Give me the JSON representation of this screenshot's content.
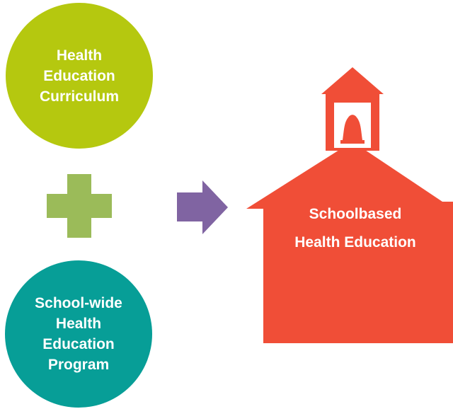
{
  "diagram": {
    "top_circle": {
      "label": "Health\nEducation\nCurriculum",
      "color": "#b5c80f"
    },
    "plus_sign": {
      "icon": "plus-icon",
      "color": "#9bbb59"
    },
    "bottom_circle": {
      "label": "School-wide\nHealth\nEducation\nProgram",
      "color": "#079e97"
    },
    "arrow": {
      "icon": "right-arrow-icon",
      "color": "#8064a2"
    },
    "schoolhouse": {
      "label": "Schoolbased\nHealth Education",
      "color": "#f04e37",
      "bell_icon": "bell-icon"
    }
  }
}
